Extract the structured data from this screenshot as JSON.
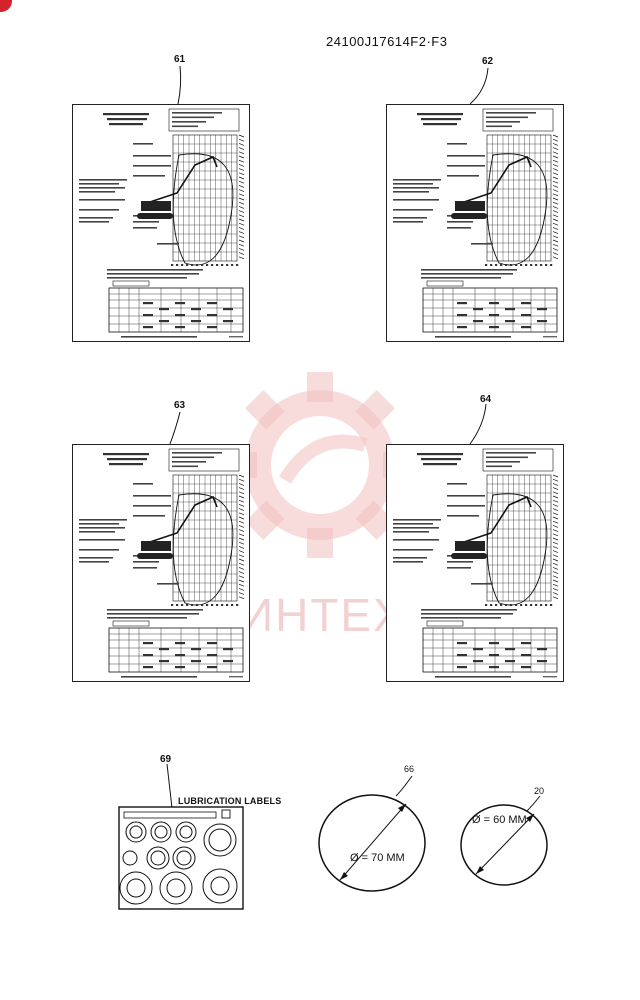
{
  "header": {
    "doc_number": "24100J17614F2·F3"
  },
  "cards": [
    {
      "callout": "61"
    },
    {
      "callout": "62"
    },
    {
      "callout": "63"
    },
    {
      "callout": "64"
    }
  ],
  "lubrication": {
    "callout": "69",
    "title": "LUBRICATION LABELS"
  },
  "disc_large": {
    "callout": "66",
    "diameter_text": "Ø = 70 MM"
  },
  "disc_small": {
    "callout": "20",
    "diameter_text": "Ø = 60 MM"
  },
  "watermark": {
    "text": "ИНТЕХ",
    "color": "#e8a0a0"
  },
  "colors": {
    "ink": "#111111",
    "badge": "#d4232b"
  }
}
